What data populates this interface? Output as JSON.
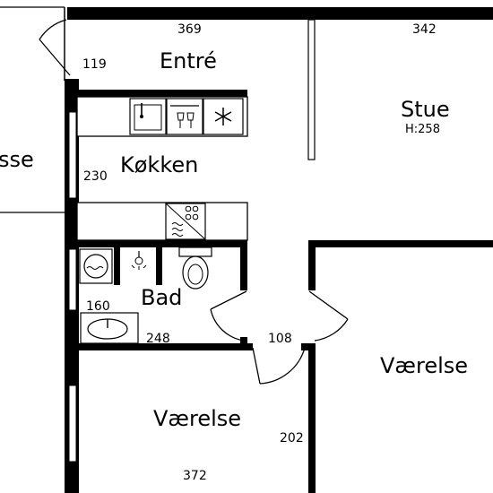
{
  "floorplan": {
    "rooms": {
      "entre": "Entré",
      "stue": "Stue",
      "stue_height": "H:258",
      "kokken": "Køkken",
      "bad": "Bad",
      "vaerelse_right": "Værelse",
      "vaerelse_bottom": "Værelse",
      "terrasse_partial": "sse"
    },
    "dimensions": {
      "entre_width": "369",
      "stue_width": "342",
      "entry_door": "119",
      "kokken_depth": "230",
      "bad_depth": "160",
      "bad_width": "248",
      "hall_door": "108",
      "vaerelse_depth": "202",
      "vaerelse_width": "372"
    },
    "colors": {
      "wall": "#000000",
      "background": "#ffffff",
      "fixture_fill": "#ffffff"
    },
    "icons": [
      "sink-icon",
      "dishwasher-icon",
      "freezer-icon",
      "stove-icon",
      "washing-machine-icon",
      "shower-icon",
      "toilet-icon",
      "washbasin-icon"
    ]
  }
}
